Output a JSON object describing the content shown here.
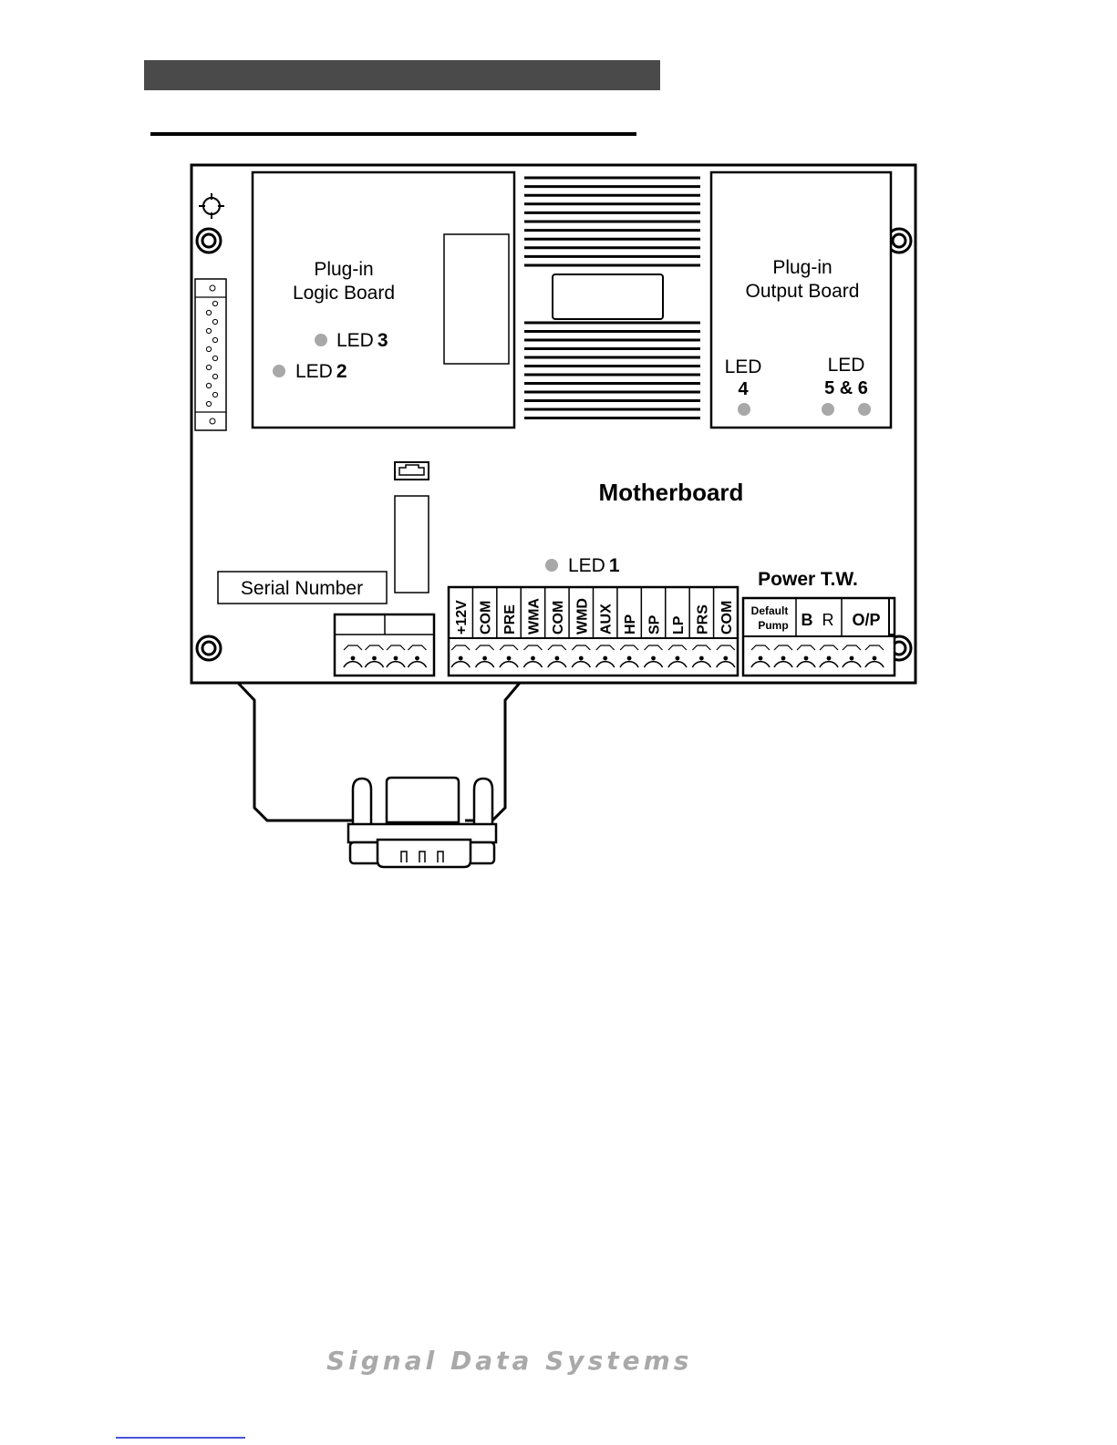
{
  "board": {
    "logic_board": {
      "line1": "Plug-in",
      "line2": "Logic Board"
    },
    "output_board": {
      "line1": "Plug-in",
      "line2": "Output Board"
    },
    "motherboard_label": "Motherboard",
    "serial_number_label": "Serial Number",
    "power_tw_label": "Power T.W."
  },
  "leds": {
    "led1": {
      "word": "LED",
      "num": "1"
    },
    "led2": {
      "word": "LED",
      "num": "2"
    },
    "led3": {
      "word": "LED",
      "num": "3"
    },
    "led4": {
      "word": "LED",
      "num": "4"
    },
    "led56": {
      "word": "LED",
      "num": "5 & 6"
    }
  },
  "terminals": [
    "+12V",
    "COM",
    "PRE",
    "WMA",
    "COM",
    "WMD",
    "AUX",
    "HP",
    "SP",
    "LP",
    "PRS",
    "COM"
  ],
  "power_terminals": {
    "default_line1": "Default",
    "default_line2": "Pump",
    "b": "B",
    "r": "R",
    "op": "O/P"
  },
  "footer": {
    "brand": "Signal Data Systems"
  },
  "colors": {
    "header_bar": "#4a4a4a",
    "led": "#a8a8a8",
    "footer_text": "#a9a9a9",
    "link": "#4a54d6"
  }
}
